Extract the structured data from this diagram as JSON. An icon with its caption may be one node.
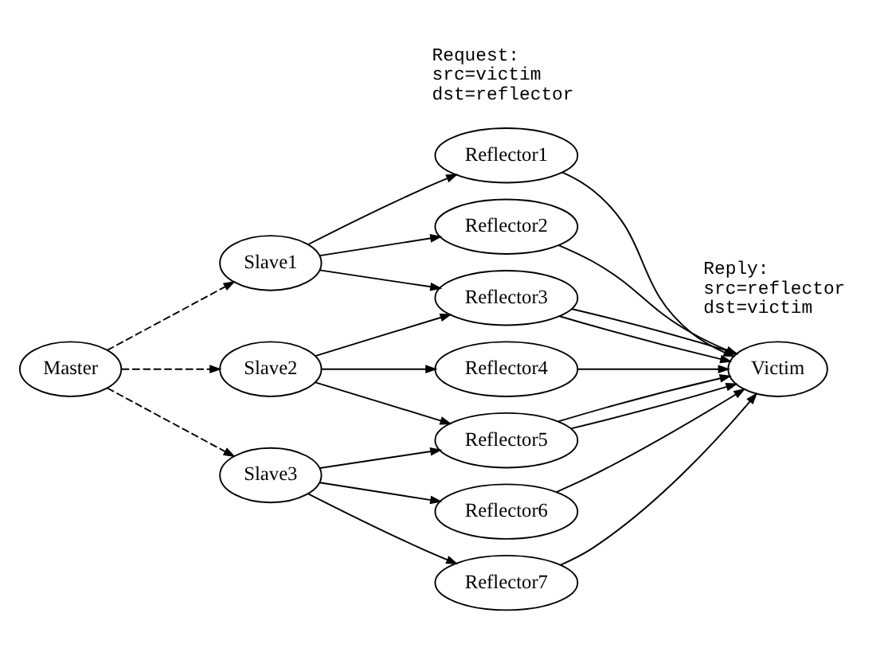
{
  "diagram": {
    "nodes": [
      {
        "text": [
          "Master"
        ]
      },
      {
        "text": [
          "Slave1"
        ]
      },
      {
        "text": [
          "Slave2"
        ]
      },
      {
        "text": [
          "Slave3"
        ]
      },
      {
        "text": [
          "Reflector1"
        ]
      },
      {
        "text": [
          "Reflector2"
        ]
      },
      {
        "text": [
          "Reflector3"
        ]
      },
      {
        "text": [
          "Reflector4"
        ]
      },
      {
        "text": [
          "Reflector5"
        ]
      },
      {
        "text": [
          "Reflector6"
        ]
      },
      {
        "text": [
          "Reflector7"
        ]
      },
      {
        "text": [
          "Victim"
        ]
      }
    ],
    "edges": [
      {
        "from": 0,
        "to": 1,
        "arrow": "to",
        "style": "dashed"
      },
      {
        "from": 0,
        "to": 2,
        "arrow": "to",
        "style": "dashed"
      },
      {
        "from": 0,
        "to": 3,
        "arrow": "to",
        "style": "dashed"
      },
      {
        "from": 1,
        "to": 4,
        "arrow": "to"
      },
      {
        "from": 1,
        "to": 5,
        "arrow": "to"
      },
      {
        "from": 1,
        "to": 6,
        "arrow": "to"
      },
      {
        "from": 2,
        "to": 6,
        "arrow": "to"
      },
      {
        "from": 2,
        "to": 7,
        "arrow": "to"
      },
      {
        "from": 2,
        "to": 8,
        "arrow": "to"
      },
      {
        "from": 3,
        "to": 8,
        "arrow": "to"
      },
      {
        "from": 3,
        "to": 9,
        "arrow": "to"
      },
      {
        "from": 3,
        "to": 10,
        "arrow": "to"
      },
      {
        "from": 4,
        "to": 11,
        "arrow": "to"
      },
      {
        "from": 5,
        "to": 11,
        "arrow": "to"
      },
      {
        "from": 6,
        "to": 11,
        "arrow": "to"
      },
      {
        "from": 6,
        "to": 11,
        "arrow": "to"
      },
      {
        "from": 7,
        "to": 11,
        "arrow": "to"
      },
      {
        "from": 8,
        "to": 11,
        "arrow": "to"
      },
      {
        "from": 8,
        "to": 11,
        "arrow": "to"
      },
      {
        "from": 9,
        "to": 11,
        "arrow": "to"
      },
      {
        "from": 10,
        "to": 11,
        "arrow": "to"
      }
    ],
    "labels": [
      "Request: src=victim dst=reflector",
      "Reply: src=reflector dst=victim"
    ]
  }
}
